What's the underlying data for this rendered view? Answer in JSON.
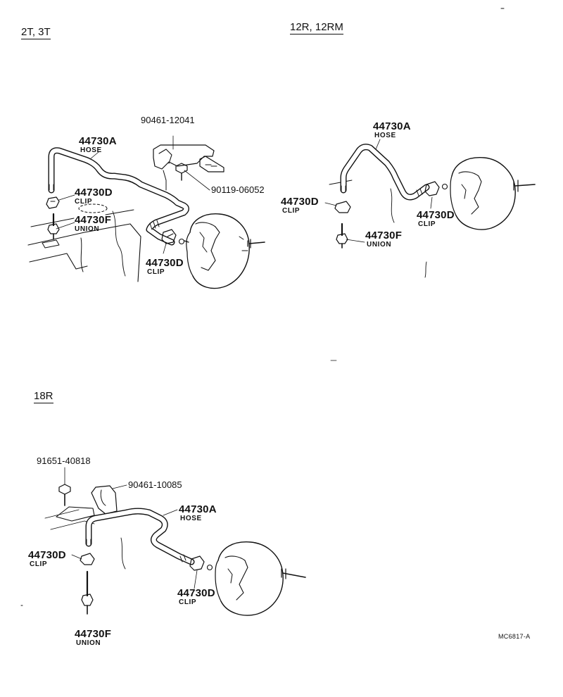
{
  "sections": {
    "s1": "2T, 3T",
    "s2": "12R, 12RM",
    "s3": "18R"
  },
  "s1": {
    "hose_part": "44730A",
    "hose_desc": "HOSE",
    "bracket_part": "90461-12041",
    "bolt_part": "90119-06052",
    "clip_part_1": "44730D",
    "clip_desc_1": "CLIP",
    "union_part": "44730F",
    "union_desc": "UNION",
    "clip_part_2": "44730D",
    "clip_desc_2": "CLIP"
  },
  "s2": {
    "hose_part": "44730A",
    "hose_desc": "HOSE",
    "clip_part_1": "44730D",
    "clip_desc_1": "CLIP",
    "clip_part_2": "44730D",
    "clip_desc_2": "CLIP",
    "union_part": "44730F",
    "union_desc": "UNION"
  },
  "s3": {
    "bolt_part": "91651-40818",
    "bracket_part": "90461-10085",
    "hose_part": "44730A",
    "hose_desc": "HOSE",
    "clip_part_1": "44730D",
    "clip_desc_1": "CLIP",
    "clip_part_2": "44730D",
    "clip_desc_2": "CLIP",
    "union_part": "44730F",
    "union_desc": "UNION"
  },
  "figure_code": "MC6817-A"
}
